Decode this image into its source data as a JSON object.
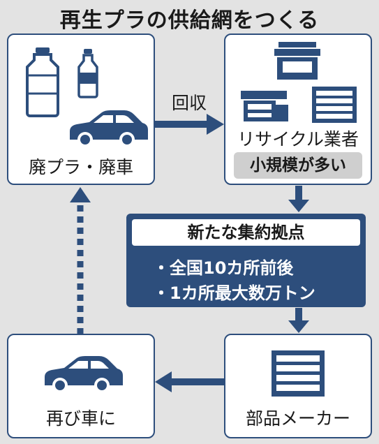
{
  "title": "再生プラの供給網をつくる",
  "nodes": {
    "waste": {
      "label": "廃プラ・廃車"
    },
    "recycler": {
      "label": "リサイクル業者",
      "badge": "小規模が多い"
    },
    "hub": {
      "title": "新たな集約拠点",
      "points": [
        "・全国10カ所前後",
        "・1カ所最大数万トン"
      ]
    },
    "maker": {
      "label": "部品メーカー"
    },
    "reuse": {
      "label": "再び車に"
    }
  },
  "edges": {
    "collect_label": "回収"
  },
  "colors": {
    "navy": "#2d4e7c",
    "background": "#e3e3e3",
    "badge": "#cfcfcf"
  },
  "icons": [
    "bottle-icon",
    "car-icon",
    "store-icon",
    "factory-icon",
    "office-building-icon",
    "dashed-arrow-up"
  ]
}
